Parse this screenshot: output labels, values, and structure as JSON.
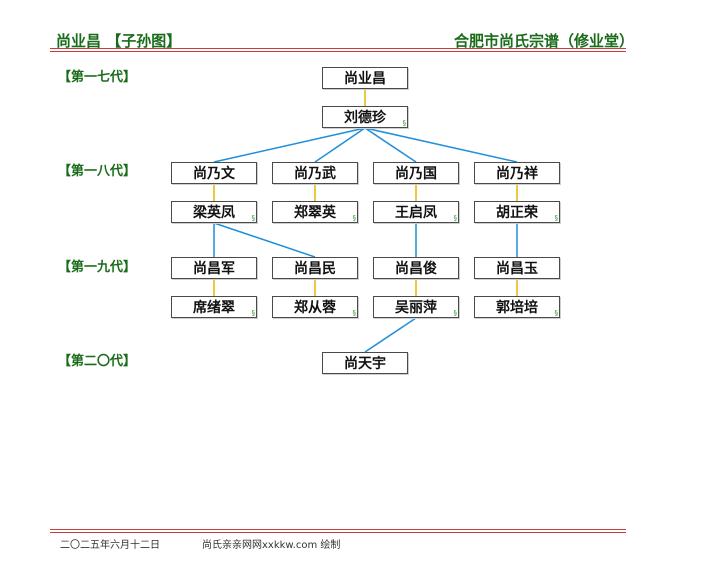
{
  "header": {
    "left_title": "尚业昌 【子孙图】",
    "right_title": "合肥市尚氏宗谱（修业堂）"
  },
  "generations": [
    "【第一七代】",
    "【第一八代】",
    "【第一九代】",
    "【第二〇代】"
  ],
  "nodes": [
    {
      "id": "n1",
      "name": "尚业昌",
      "mark": ""
    },
    {
      "id": "n2",
      "name": "刘德珍",
      "mark": "§"
    },
    {
      "id": "n3",
      "name": "尚乃文",
      "mark": ""
    },
    {
      "id": "n4",
      "name": "尚乃武",
      "mark": ""
    },
    {
      "id": "n5",
      "name": "尚乃国",
      "mark": ""
    },
    {
      "id": "n6",
      "name": "尚乃祥",
      "mark": ""
    },
    {
      "id": "n7",
      "name": "梁英凤",
      "mark": "§"
    },
    {
      "id": "n8",
      "name": "郑翠英",
      "mark": "§"
    },
    {
      "id": "n9",
      "name": "王启凤",
      "mark": "§"
    },
    {
      "id": "n10",
      "name": "胡正荣",
      "mark": "§"
    },
    {
      "id": "n11",
      "name": "尚昌军",
      "mark": ""
    },
    {
      "id": "n12",
      "name": "尚昌民",
      "mark": ""
    },
    {
      "id": "n13",
      "name": "尚昌俊",
      "mark": ""
    },
    {
      "id": "n14",
      "name": "尚昌玉",
      "mark": ""
    },
    {
      "id": "n15",
      "name": "席绪翠",
      "mark": "§"
    },
    {
      "id": "n16",
      "name": "郑从蓉",
      "mark": "§"
    },
    {
      "id": "n17",
      "name": "吴丽萍",
      "mark": "§"
    },
    {
      "id": "n18",
      "name": "郭培培",
      "mark": "§"
    },
    {
      "id": "n19",
      "name": "尚天宇",
      "mark": ""
    }
  ],
  "marriage_links": [
    [
      "n1",
      "n2"
    ],
    [
      "n3",
      "n7"
    ],
    [
      "n4",
      "n8"
    ],
    [
      "n5",
      "n9"
    ],
    [
      "n6",
      "n10"
    ],
    [
      "n11",
      "n15"
    ],
    [
      "n12",
      "n16"
    ],
    [
      "n13",
      "n17"
    ],
    [
      "n14",
      "n18"
    ]
  ],
  "descent_links": [
    [
      "n2",
      "n3"
    ],
    [
      "n2",
      "n4"
    ],
    [
      "n2",
      "n5"
    ],
    [
      "n2",
      "n6"
    ],
    [
      "n7",
      "n11"
    ],
    [
      "n7",
      "n12"
    ],
    [
      "n9",
      "n13"
    ],
    [
      "n10",
      "n14"
    ],
    [
      "n17",
      "n19"
    ]
  ],
  "colors": {
    "marriage_line": "#e8b400",
    "descent_line": "#1e8fd8",
    "header_text": "#1a6b1a",
    "rule": "#c83c3c"
  },
  "footer": {
    "date": "二〇二五年六月十二日",
    "credit": "尚氏亲亲网网xxkkw.com 绘制"
  }
}
